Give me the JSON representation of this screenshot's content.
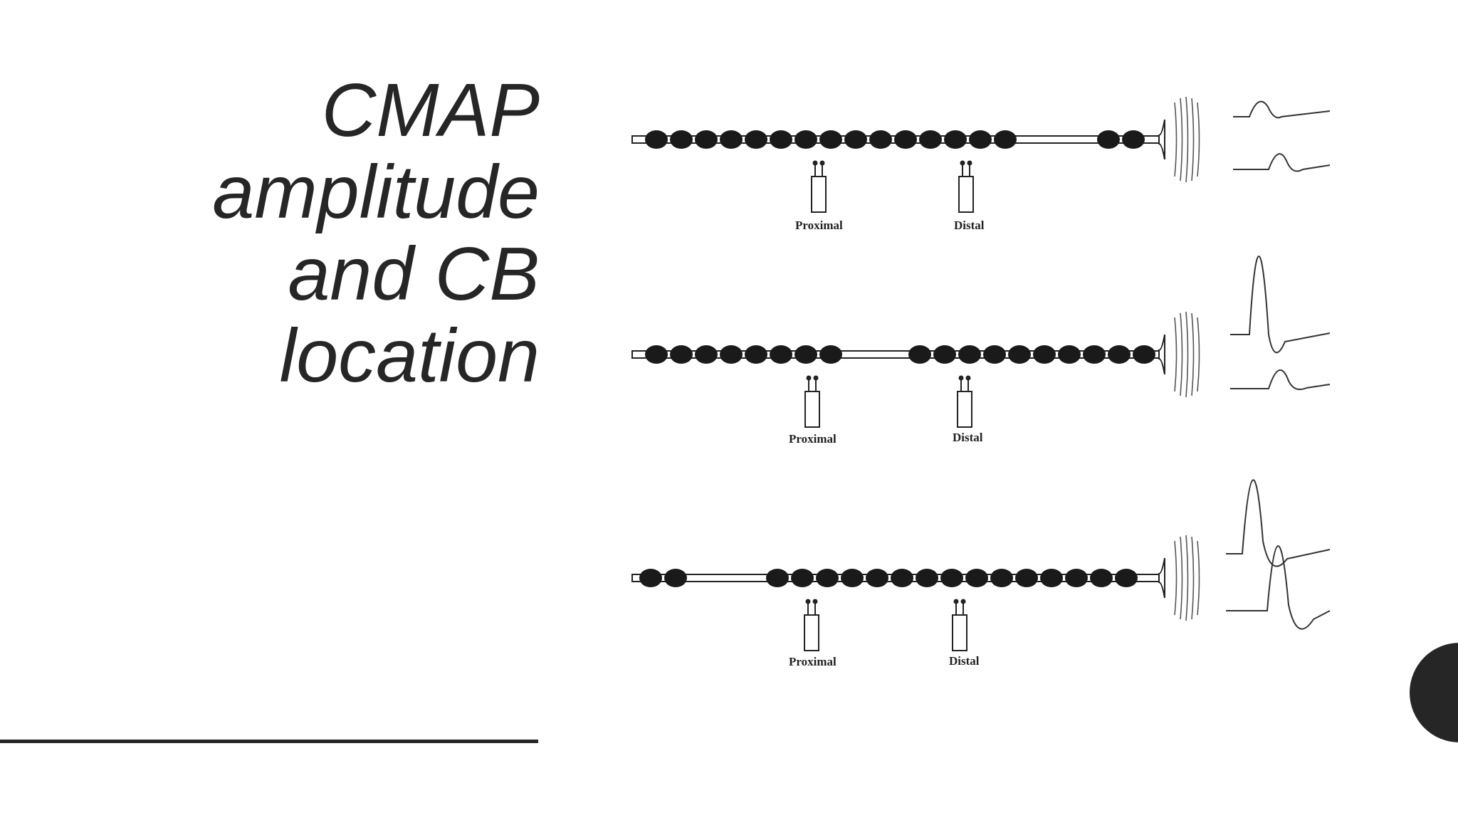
{
  "slide": {
    "title_lines": [
      "CMAP",
      "amplitude",
      "and CB",
      "location"
    ]
  },
  "diagram": {
    "panels": [
      {
        "proximal_label": "Proximal",
        "distal_label": "Distal"
      },
      {
        "proximal_label": "Proximal",
        "distal_label": "Distal"
      },
      {
        "proximal_label": "Proximal",
        "distal_label": "Distal"
      }
    ]
  },
  "colors": {
    "text": "#262626",
    "accent_circle": "#262626",
    "line_art": "#222222"
  }
}
